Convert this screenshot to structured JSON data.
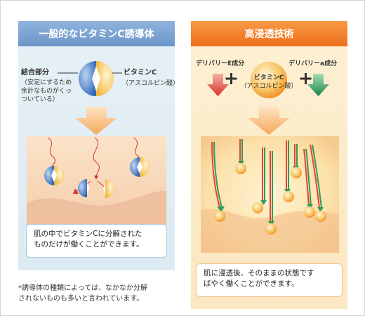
{
  "left_panel": {
    "header": "一般的なビタミンC誘導体",
    "binding_label": "結合部分",
    "binding_note_lines": [
      "（安定にするため",
      "余計なものがくっ",
      "ついている）"
    ],
    "vitc_label": "ビタミンC",
    "vitc_sub": "（アスコルビン酸）",
    "note_lines": [
      "肌の中でビタミンCに分解された",
      "ものだけが働くことができます。"
    ]
  },
  "right_panel": {
    "header": "高浸透技術",
    "delivery_e_label": "デリバリーE成分",
    "delivery_a_label": "デリバリーa成分",
    "vitc_label": "ビタミンC",
    "vitc_sub": "（アスコルビン酸）",
    "note_lines": [
      "肌に浸透後、そのままの状態です",
      "ばやく働くことができます。"
    ]
  },
  "footnote_lines": [
    "*誘導体の種類によっては、なかなか分解",
    "されないものも多いと言われています。"
  ],
  "colors": {
    "left_header": "#6c95c8",
    "right_header": "#ef6e1b",
    "vitamin_c": "#f6c04a",
    "binding_part": "#3a6fbf",
    "delivery_e": "#e6433a",
    "delivery_a": "#2e9c5c"
  }
}
